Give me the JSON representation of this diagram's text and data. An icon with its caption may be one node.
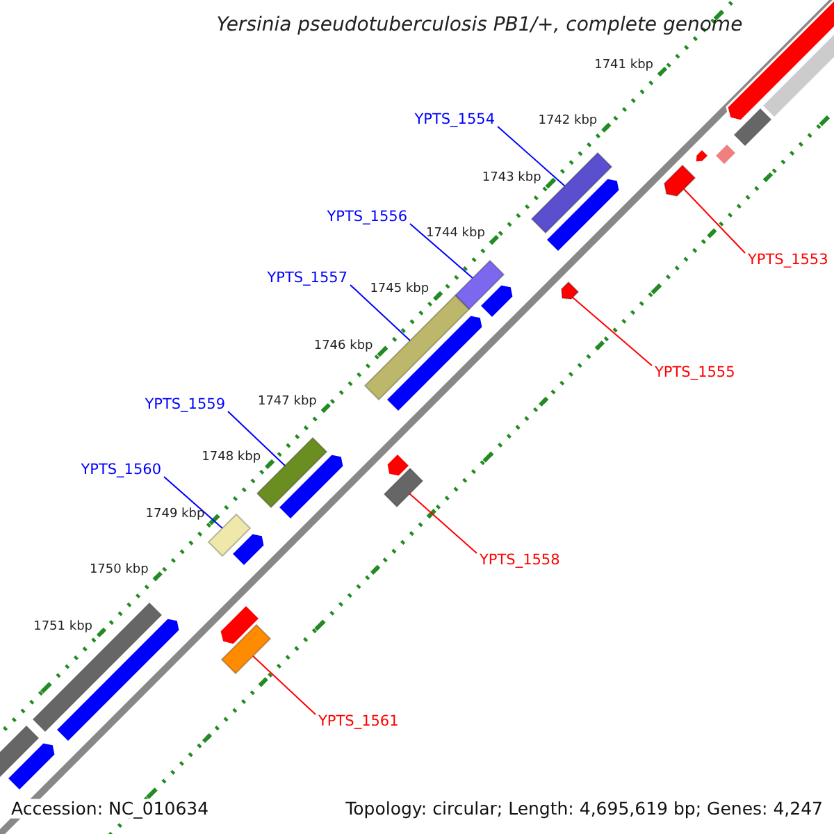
{
  "diagram": {
    "title": "Yersinia pseudotuberculosis PB1/+, complete genome",
    "nodes": [
      {
        "text": [
          "YPTS_1554"
        ]
      },
      {
        "text": [
          "YPTS_1556"
        ]
      },
      {
        "text": [
          "YPTS_1557"
        ]
      },
      {
        "text": [
          "YPTS_1559"
        ]
      },
      {
        "text": [
          "YPTS_1560"
        ]
      },
      {
        "text": [
          "YPTS_1553"
        ]
      },
      {
        "text": [
          "YPTS_1555"
        ]
      },
      {
        "text": [
          "YPTS_1558"
        ]
      },
      {
        "text": [
          "YPTS_1561"
        ]
      },
      {
        "text": [],
        "shape": "bar"
      },
      {
        "text": [],
        "shape": "bar"
      },
      {
        "text": [],
        "shape": "bar"
      },
      {
        "text": [],
        "shape": "bar"
      },
      {
        "text": [],
        "shape": "bar"
      },
      {
        "text": [],
        "shape": "bar"
      },
      {
        "text": [],
        "shape": "bar"
      },
      {
        "text": [],
        "shape": "bar"
      },
      {
        "text": [],
        "shape": "bar"
      }
    ],
    "edges": [
      {
        "from": 0,
        "to": 9,
        "arrow": "none"
      },
      {
        "from": 1,
        "to": 10,
        "arrow": "none"
      },
      {
        "from": 2,
        "to": 11,
        "arrow": "none"
      },
      {
        "from": 3,
        "to": 12,
        "arrow": "none"
      },
      {
        "from": 4,
        "to": 13,
        "arrow": "none"
      },
      {
        "from": 5,
        "to": 14,
        "arrow": "none",
        "color": "#ff0000"
      },
      {
        "from": 6,
        "to": 15,
        "arrow": "none",
        "color": "#ff0000"
      },
      {
        "from": 7,
        "to": 16,
        "arrow": "none",
        "color": "#ff0000"
      },
      {
        "from": 8,
        "to": 17,
        "arrow": "none",
        "color": "#ff0000"
      }
    ],
    "labels": [
      "1741 kbp",
      "1742 kbp",
      "1743 kbp",
      "1744 kbp",
      "1745 kbp",
      "1746 kbp",
      "1747 kbp",
      "1748 kbp",
      "1749 kbp",
      "1750 kbp",
      "1751 kbp",
      "Accession: NC_010634",
      "Topology: circular; Length: 4,695,619 bp; Genes: 4,247"
    ]
  }
}
